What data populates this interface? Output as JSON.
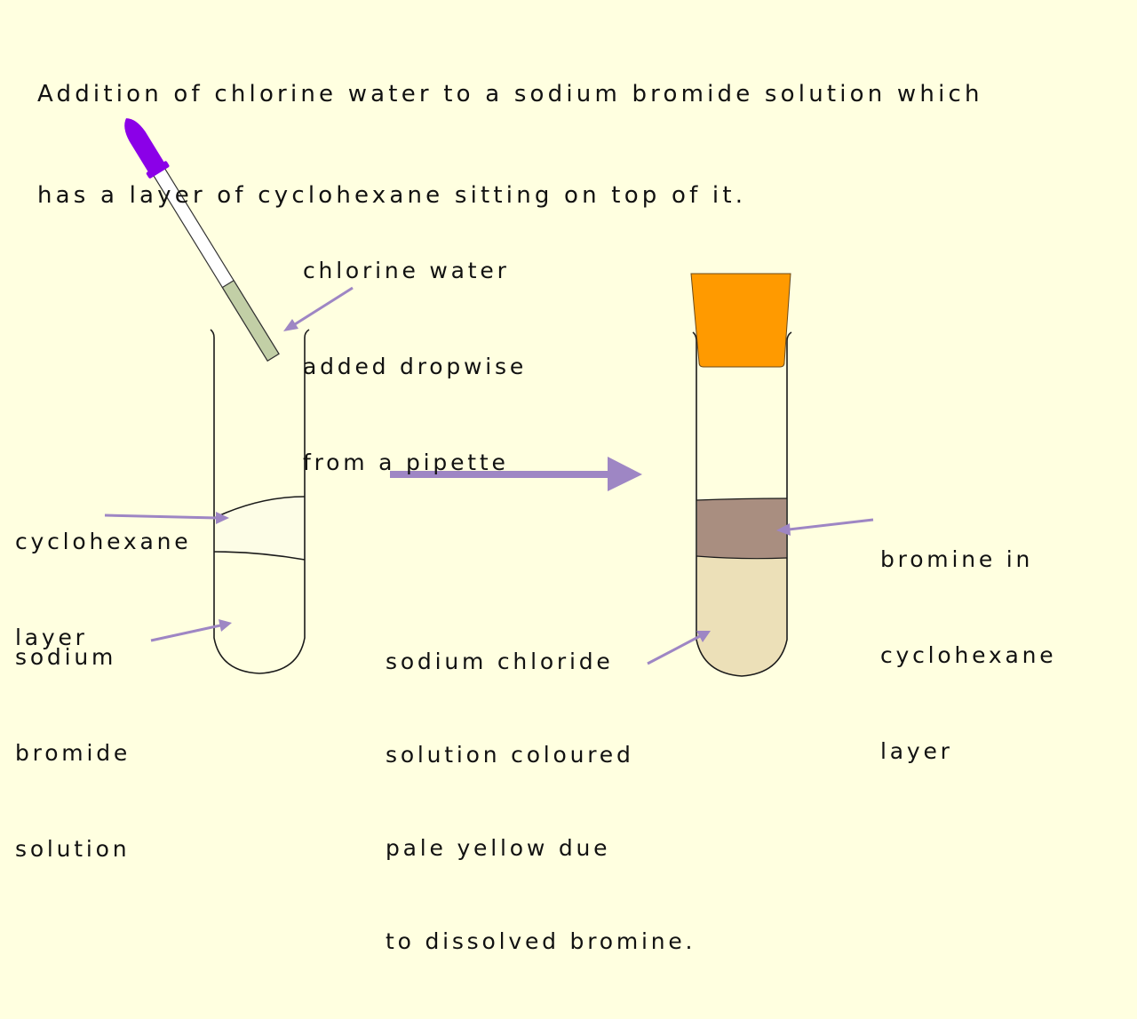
{
  "title": {
    "lines": [
      "Addition of chlorine water to a sodium bromide solution which",
      "has a layer of cyclohexane sitting on top of it."
    ]
  },
  "labels": {
    "chlorine_water": [
      "chlorine water",
      "added dropwise",
      "from a pipette"
    ],
    "cyclohexane_layer": [
      "cyclohexane",
      "layer"
    ],
    "sodium_bromide_solution": [
      "sodium",
      "bromide",
      "solution"
    ],
    "sodium_chloride_solution": [
      "sodium chloride",
      "solution coloured",
      "pale yellow due",
      "to dissolved bromine."
    ],
    "bromine_in_cyclohexane": [
      "bromine in",
      "cyclohexane",
      "layer"
    ]
  },
  "colors": {
    "background": "#ffffe0",
    "arrow": "#9e86c4",
    "pipette_bulb": "#8b00e8",
    "pipette_liquid": "#c2cfa6",
    "stopper": "#ff9a00",
    "bromine_layer": "#a98e80",
    "pale_yellow_solution": "#ece0b8",
    "cyclohexane_layer_tint": "#fdfde6"
  }
}
